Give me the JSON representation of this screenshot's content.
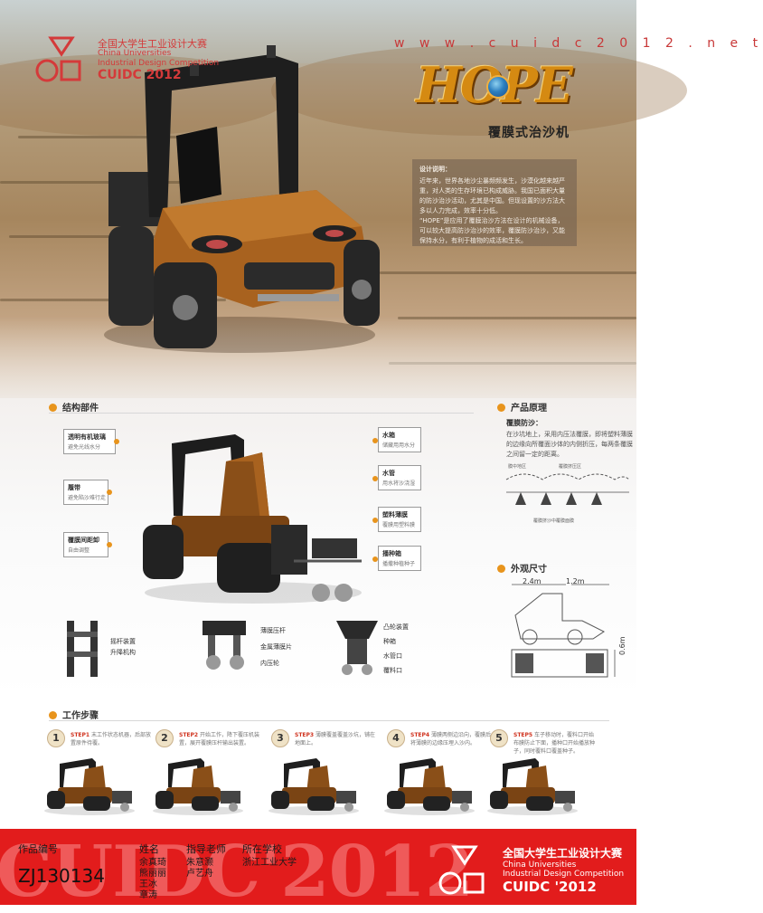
{
  "header": {
    "logo_cn": "全国大学生工业设计大赛",
    "logo_en1": "China Universities",
    "logo_en2": "Industrial Design Competition",
    "logo_code": "CUIDC 2012",
    "website": "w w w . c u i d c 2 0 1 2 . n e t",
    "product_logo": "HOPE",
    "product_title": "覆膜式治沙机"
  },
  "description": {
    "title": "设计说明：",
    "p1": "近年来，世界各地沙尘暴频频发生，沙漠化越来越严重，对人类的生存环境已构成威胁。我国已面积大量的防沙治沙活动，尤其是中国。但现设置的沙方法大多以人力完成，效率十分低。",
    "p2": "“HOPE”是应用了覆膜治沙方法在设计的机械设备，可以较大提高防沙治沙的效率，覆膜防沙治沙，又能保持水分，有利于植物的成活和生长。"
  },
  "structure": {
    "title": "结构部件",
    "callouts": [
      {
        "title": "透明有机玻璃",
        "sub": "避免光线水分"
      },
      {
        "title": "履带",
        "sub": "避免陷沙难行走"
      },
      {
        "title": "覆膜间距卸",
        "sub": "自由调整"
      },
      {
        "title": "水箱",
        "sub": "储藏用用水分"
      },
      {
        "title": "水管",
        "sub": "用水将沙浇湿"
      },
      {
        "title": "塑料薄膜",
        "sub": "覆膜用塑料膜"
      },
      {
        "title": "播种箱",
        "sub": "播撒种植种子"
      }
    ],
    "details": [
      {
        "labels": [
          "摇杆装置",
          "升降机构"
        ]
      },
      {
        "labels": [
          "薄膜压杆",
          "金属薄膜片",
          "内压轮"
        ]
      },
      {
        "labels": [
          "凸轮装置",
          "种箱",
          "水管口",
          "覆料口"
        ]
      }
    ]
  },
  "principle": {
    "title": "产品原理",
    "subtitle": "覆膜防沙：",
    "text": "在沙坑地上，采用内压法覆膜，即将塑料薄膜的边缘向所覆面沙体的内侧折压，每两条覆膜之间留一定的距离。",
    "diagram_top": [
      "膜中地区",
      "覆膜挤压区",
      "覆膜挤压区"
    ],
    "diagram_caption": "覆膜挤沙中覆膜面膜"
  },
  "dimensions": {
    "title": "外观尺寸",
    "width1": "2.4m",
    "width2": "1.2m",
    "height": "0.6m"
  },
  "steps": {
    "title": "工作步骤",
    "items": [
      {
        "num": "1",
        "label": "STEP1",
        "text": "末工作状态机器，后部放置原件待覆。"
      },
      {
        "num": "2",
        "label": "STEP2",
        "text": "开始工作，降下覆压机装置，展开覆膜压杆输出装置。"
      },
      {
        "num": "3",
        "label": "STEP3",
        "text": "薄膜覆盖覆盖沙坑，铺在地面上。"
      },
      {
        "num": "4",
        "label": "STEP4",
        "text": "薄膜两侧边沿向，覆膜后将薄膜的边缘压埋入沙内。"
      },
      {
        "num": "5",
        "label": "STEP5",
        "text": "车子移动时，覆料口开始布膜防止下面，播种口开始播放种子，同时覆料口覆盖种子。"
      }
    ]
  },
  "footer": {
    "watermark": "CUIDC'2012",
    "id_label": "作品编号",
    "id_value": "ZJ130134",
    "name_label": "姓名",
    "names": [
      "余真琦",
      "熊丽丽",
      "王冰",
      "章涛"
    ],
    "advisor_label": "指导老师",
    "advisors": [
      "朱意灏",
      "卢艺舟"
    ],
    "school_label": "所在学校",
    "school": "浙江工业大学",
    "brand_cn": "全国大学生工业设计大赛",
    "brand_en1": "China Universities",
    "brand_en2": "Industrial Design Competition",
    "brand_code": "CUIDC '2012"
  },
  "colors": {
    "accent": "#e8941c",
    "brand_red": "#e21c1c",
    "vehicle_body": "#a8621f"
  }
}
